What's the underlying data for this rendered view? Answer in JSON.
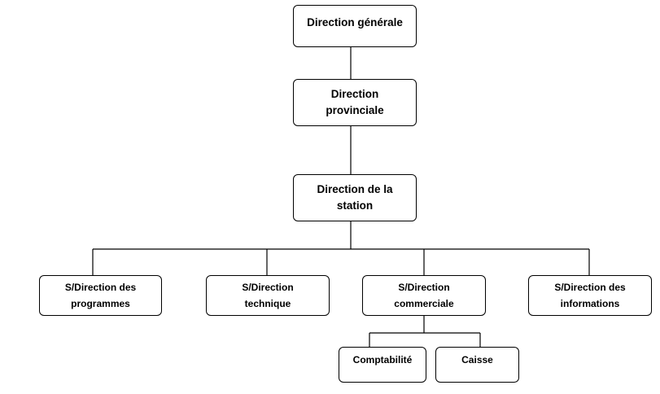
{
  "org_chart": {
    "direction_generale": "Direction générale",
    "direction_provinciale": "Direction\nprovinciale",
    "direction_station": "Direction de la\nstation",
    "sous_directions": [
      "S/Direction des\nprogrammes",
      "S/Direction\ntechnique",
      "S/Direction\ncommerciale",
      "S/Direction des\ninformations"
    ],
    "services_commerciaux": [
      "Comptabilité",
      "Caisse"
    ]
  }
}
